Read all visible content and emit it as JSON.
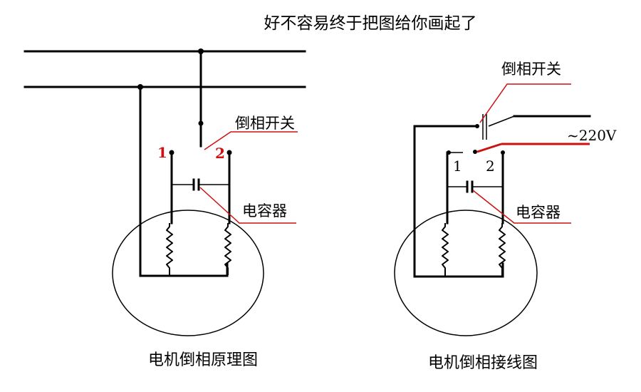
{
  "title": "好不容易终于把图给你画起了",
  "left_diagram": {
    "switch_label": "倒相开关",
    "capacitor_label": "电容器",
    "terminal_1": "1",
    "terminal_2": "2",
    "caption": "电机倒相原理图",
    "terminal_color": "#cc1111"
  },
  "right_diagram": {
    "switch_label": "倒相开关",
    "voltage_label": "~220V",
    "capacitor_label": "电容器",
    "terminal_1": "1",
    "terminal_2": "2",
    "caption": "电机倒相接线图",
    "leader_color": "#cc1111"
  }
}
